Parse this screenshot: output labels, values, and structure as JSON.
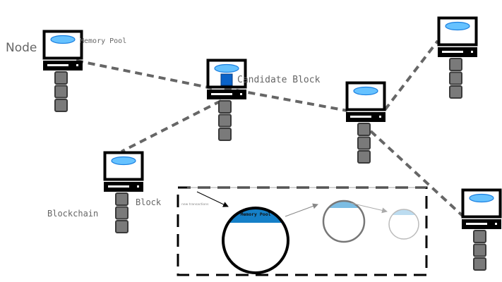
{
  "diagram": {
    "title": "Blockchain network nodes with memory pools",
    "labels": {
      "node": "Node",
      "memory_pool": "Memory Pool",
      "candidate_block": "Candidate Block",
      "block": "Block",
      "blockchain": "Blockchain"
    },
    "inset": {
      "new_transactions": "new transactions",
      "memory_pool_label": "Memory Pool"
    },
    "colors": {
      "monitor_frame": "#000000",
      "memory_pool_fill": "#66c2ff",
      "memory_pool_stroke": "#1a7fe0",
      "candidate_block_fill": "#0b63c8",
      "block_fill": "#7a7a7a",
      "block_stroke": "#3a3a3a",
      "connection": "#666666",
      "label_text": "#666666",
      "pool_band_dark": "#1580c8",
      "pool_band_mid": "#7cbde3",
      "pool_band_light": "#bcdcf0"
    },
    "nodes": [
      {
        "id": "node-top-left",
        "has_candidate_block": false,
        "block_count": 3
      },
      {
        "id": "node-center",
        "has_candidate_block": true,
        "block_count": 3
      },
      {
        "id": "node-bottom-left",
        "has_candidate_block": false,
        "block_count": 3
      },
      {
        "id": "node-right",
        "has_candidate_block": false,
        "block_count": 3
      },
      {
        "id": "node-top-right",
        "has_candidate_block": false,
        "block_count": 3
      },
      {
        "id": "node-bottom-right",
        "has_candidate_block": false,
        "block_count": 3
      }
    ],
    "connections": [
      {
        "from": "node-top-left",
        "to": "node-center"
      },
      {
        "from": "node-center",
        "to": "node-right"
      },
      {
        "from": "node-center",
        "to": "node-bottom-left"
      },
      {
        "from": "node-right",
        "to": "node-top-right"
      },
      {
        "from": "node-right",
        "to": "node-bottom-right"
      }
    ]
  }
}
